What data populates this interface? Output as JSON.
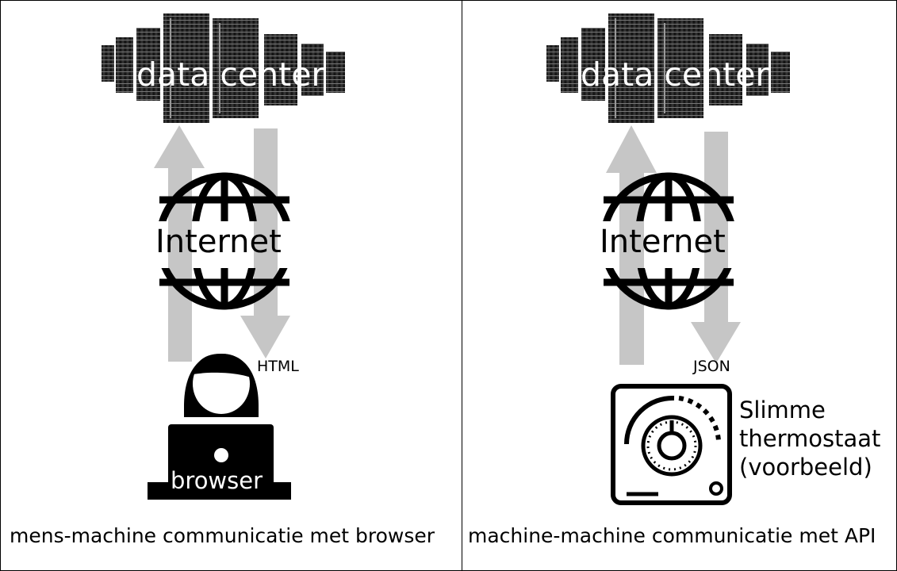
{
  "left": {
    "datacenter_label": "data center",
    "internet_label": "Internet",
    "format_label": "HTML",
    "client_label": "browser",
    "caption": "mens-machine communicatie met browser",
    "client_icon": "person-at-laptop-icon"
  },
  "right": {
    "datacenter_label": "data center",
    "internet_label": "Internet",
    "format_label": "JSON",
    "device_label": "Slimme thermostaat (voorbeeld)",
    "caption": "machine-machine communicatie met API",
    "device_icon": "thermostat-icon"
  },
  "icons": {
    "datacenter": "server-racks-icon",
    "internet": "globe-icon",
    "up_arrow": "arrow-up-icon",
    "down_arrow": "arrow-down-icon"
  },
  "colors": {
    "arrow": "#c6c6c6",
    "icon": "#000000",
    "background": "#ffffff"
  }
}
